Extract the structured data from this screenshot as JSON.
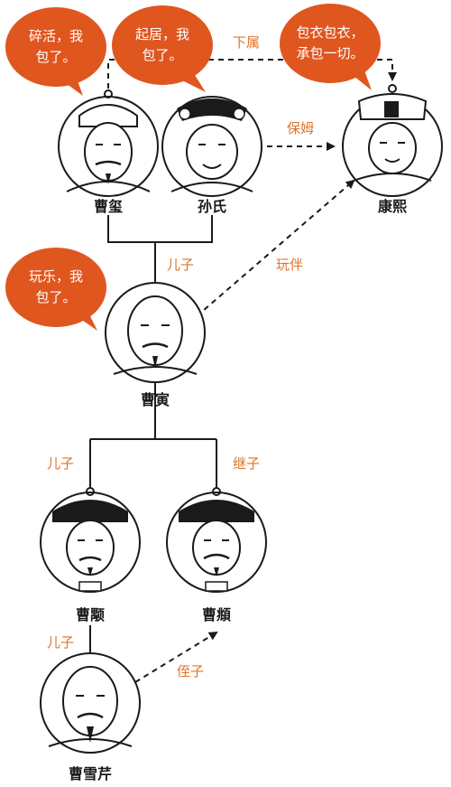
{
  "colors": {
    "accent": "#e0732a",
    "bubble": "#e0561f",
    "ink": "#1a1a1a"
  },
  "people": {
    "caoxi": {
      "name": "曹玺"
    },
    "sunshi": {
      "name": "孙氏"
    },
    "kangxi": {
      "name": "康熙"
    },
    "caoyin": {
      "name": "曹寅"
    },
    "caoyong": {
      "name": "曹颙"
    },
    "caofu": {
      "name": "曹頫"
    },
    "caoxueqin": {
      "name": "曹雪芹"
    }
  },
  "relations": {
    "subordinate": "下属",
    "nanny": "保姆",
    "son_caoyin": "儿子",
    "playmate": "玩伴",
    "son_caoyong": "儿子",
    "adopted_son": "继子",
    "son_caoxueqin": "儿子",
    "nephew": "侄子"
  },
  "bubbles": {
    "caoxi": {
      "line1": "碎活，我",
      "line2": "包了。"
    },
    "sunshi": {
      "line1": "起居，我",
      "line2": "包了。"
    },
    "kangxi": {
      "line1": "包衣包衣，",
      "line2": "承包一切。"
    },
    "caoyin": {
      "line1": "玩乐，我",
      "line2": "包了。"
    }
  }
}
